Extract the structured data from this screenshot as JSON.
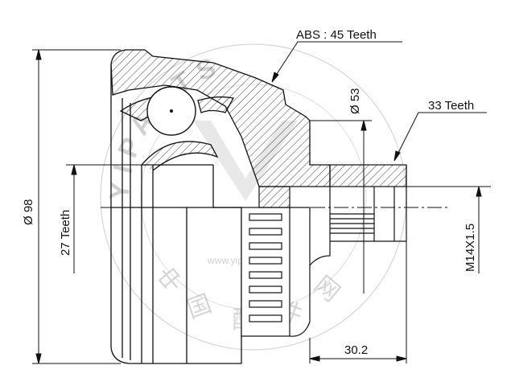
{
  "labels": {
    "abs": "ABS : 45 Teeth",
    "dia53": "Ø 53",
    "teeth33": "33 Teeth",
    "dia98": "Ø 98",
    "teeth27": "27 Teeth",
    "thread": "M14X1.5",
    "len": "30.2"
  },
  "watermark": {
    "site": "www.yiparts.com",
    "arc": "YIPARTS",
    "cn": [
      "中",
      "国",
      "配",
      "件",
      "网"
    ]
  },
  "colors": {
    "line": "#111111",
    "watermark": "#9a9a9a",
    "background": "#ffffff"
  }
}
